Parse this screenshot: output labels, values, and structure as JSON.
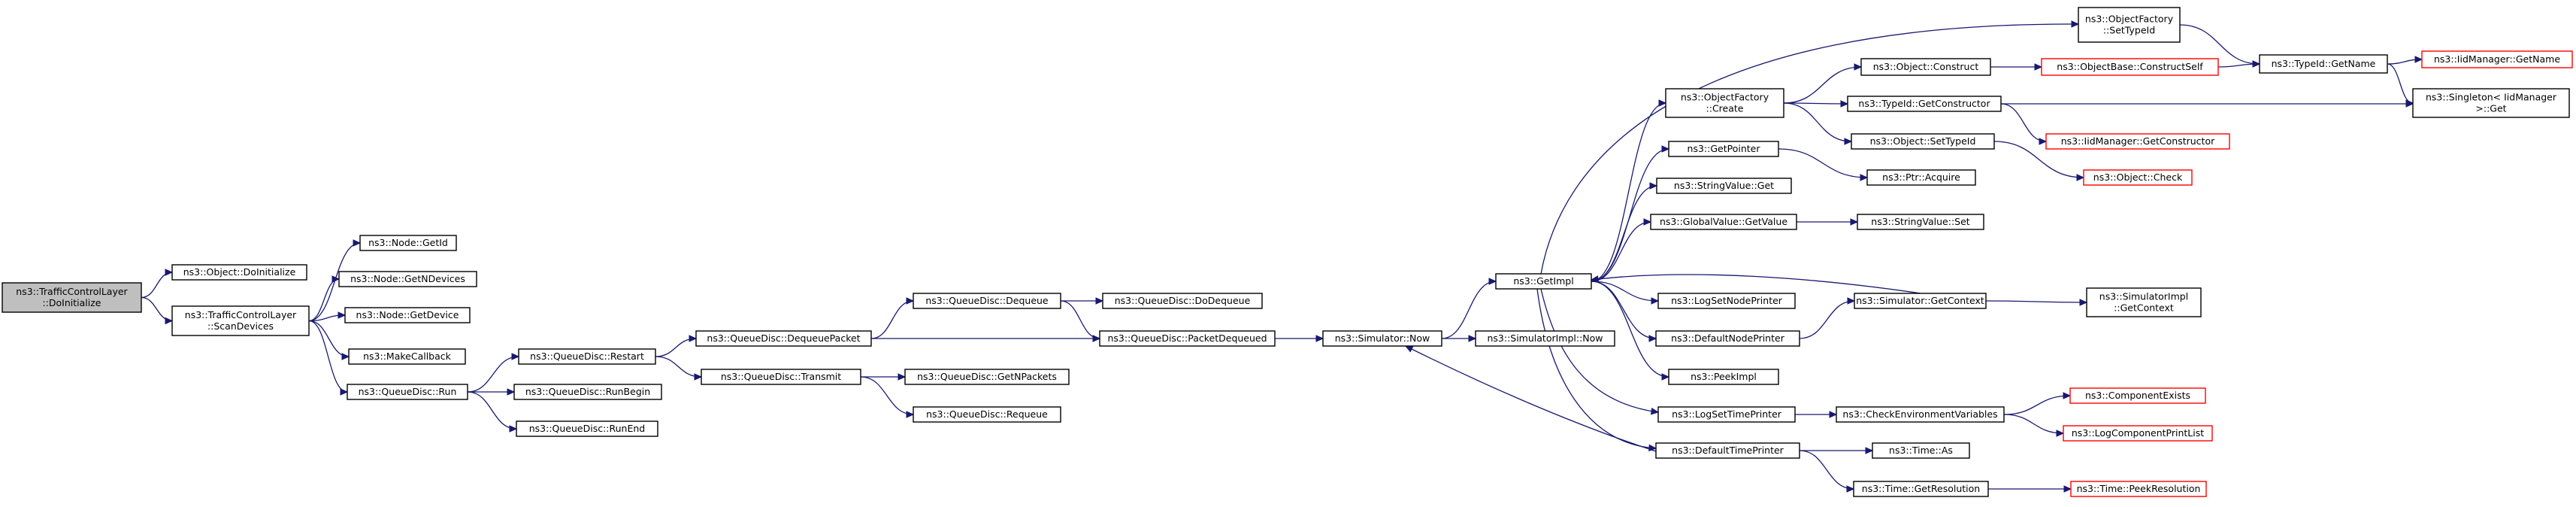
{
  "colors": {
    "edge": "#191970",
    "normal_border": "#000000",
    "normal_fill": "#ffffff",
    "root_fill": "#bfbfbf",
    "truncated_border": "#ff0000"
  },
  "nodes": [
    {
      "id": "root",
      "lines": [
        "ns3::TrafficControlLayer",
        "::DoInitialize"
      ],
      "style": "root"
    },
    {
      "id": "objDoInit",
      "lines": [
        "ns3::Object::DoInitialize"
      ],
      "style": "normal"
    },
    {
      "id": "scanDevices",
      "lines": [
        "ns3::TrafficControlLayer",
        "::ScanDevices"
      ],
      "style": "normal"
    },
    {
      "id": "getId",
      "lines": [
        "ns3::Node::GetId"
      ],
      "style": "normal"
    },
    {
      "id": "getNDevices",
      "lines": [
        "ns3::Node::GetNDevices"
      ],
      "style": "normal"
    },
    {
      "id": "getDevice",
      "lines": [
        "ns3::Node::GetDevice"
      ],
      "style": "normal"
    },
    {
      "id": "makeCallback",
      "lines": [
        "ns3::MakeCallback"
      ],
      "style": "normal"
    },
    {
      "id": "qdRun",
      "lines": [
        "ns3::QueueDisc::Run"
      ],
      "style": "normal"
    },
    {
      "id": "qdRestart",
      "lines": [
        "ns3::QueueDisc::Restart"
      ],
      "style": "normal"
    },
    {
      "id": "qdRunBegin",
      "lines": [
        "ns3::QueueDisc::RunBegin"
      ],
      "style": "normal"
    },
    {
      "id": "qdRunEnd",
      "lines": [
        "ns3::QueueDisc::RunEnd"
      ],
      "style": "normal"
    },
    {
      "id": "qdDequeuePacket",
      "lines": [
        "ns3::QueueDisc::DequeuePacket"
      ],
      "style": "normal"
    },
    {
      "id": "qdTransmit",
      "lines": [
        "ns3::QueueDisc::Transmit"
      ],
      "style": "normal"
    },
    {
      "id": "qdDequeue",
      "lines": [
        "ns3::QueueDisc::Dequeue"
      ],
      "style": "normal"
    },
    {
      "id": "qdDoDequeue",
      "lines": [
        "ns3::QueueDisc::DoDequeue"
      ],
      "style": "normal"
    },
    {
      "id": "qdPacketDequeued",
      "lines": [
        "ns3::QueueDisc::PacketDequeued"
      ],
      "style": "normal"
    },
    {
      "id": "qdGetNPackets",
      "lines": [
        "ns3::QueueDisc::GetNPackets"
      ],
      "style": "normal"
    },
    {
      "id": "qdRequeue",
      "lines": [
        "ns3::QueueDisc::Requeue"
      ],
      "style": "normal"
    },
    {
      "id": "simNow",
      "lines": [
        "ns3::Simulator::Now"
      ],
      "style": "normal"
    },
    {
      "id": "simImplNow",
      "lines": [
        "ns3::SimulatorImpl::Now"
      ],
      "style": "normal"
    },
    {
      "id": "getImpl",
      "lines": [
        "ns3::GetImpl"
      ],
      "style": "normal"
    },
    {
      "id": "ofSetTypeId",
      "lines": [
        "ns3::ObjectFactory",
        "::SetTypeId"
      ],
      "style": "normal"
    },
    {
      "id": "ofCreate",
      "lines": [
        "ns3::ObjectFactory",
        "::Create"
      ],
      "style": "normal"
    },
    {
      "id": "objConstruct",
      "lines": [
        "ns3::Object::Construct"
      ],
      "style": "normal"
    },
    {
      "id": "objBaseConstructSelf",
      "lines": [
        "ns3::ObjectBase::ConstructSelf"
      ],
      "style": "truncated"
    },
    {
      "id": "typeIdGetName",
      "lines": [
        "ns3::TypeId::GetName"
      ],
      "style": "normal"
    },
    {
      "id": "iidGetName",
      "lines": [
        "ns3::IidManager::GetName"
      ],
      "style": "truncated"
    },
    {
      "id": "typeIdGetConstructor",
      "lines": [
        "ns3::TypeId::GetConstructor"
      ],
      "style": "normal"
    },
    {
      "id": "singletonGet",
      "lines": [
        "ns3::Singleton< IidManager",
        " >::Get"
      ],
      "style": "normal"
    },
    {
      "id": "iidGetConstructor",
      "lines": [
        "ns3::IidManager::GetConstructor"
      ],
      "style": "truncated"
    },
    {
      "id": "objSetTypeId",
      "lines": [
        "ns3::Object::SetTypeId"
      ],
      "style": "normal"
    },
    {
      "id": "objCheck",
      "lines": [
        "ns3::Object::Check"
      ],
      "style": "truncated"
    },
    {
      "id": "getPointer",
      "lines": [
        "ns3::GetPointer"
      ],
      "style": "normal"
    },
    {
      "id": "ptrAcquire",
      "lines": [
        "ns3::Ptr::Acquire"
      ],
      "style": "normal"
    },
    {
      "id": "stringValueGet",
      "lines": [
        "ns3::StringValue::Get"
      ],
      "style": "normal"
    },
    {
      "id": "globalValueGetValue",
      "lines": [
        "ns3::GlobalValue::GetValue"
      ],
      "style": "normal"
    },
    {
      "id": "stringValueSet",
      "lines": [
        "ns3::StringValue::Set"
      ],
      "style": "normal"
    },
    {
      "id": "logSetNodePrinter",
      "lines": [
        "ns3::LogSetNodePrinter"
      ],
      "style": "normal"
    },
    {
      "id": "simGetContext",
      "lines": [
        "ns3::Simulator::GetContext"
      ],
      "style": "normal"
    },
    {
      "id": "simImplGetContext",
      "lines": [
        "ns3::SimulatorImpl",
        "::GetContext"
      ],
      "style": "normal"
    },
    {
      "id": "defaultNodePrinter",
      "lines": [
        "ns3::DefaultNodePrinter"
      ],
      "style": "normal"
    },
    {
      "id": "peekImpl",
      "lines": [
        "ns3::PeekImpl"
      ],
      "style": "normal"
    },
    {
      "id": "logSetTimePrinter",
      "lines": [
        "ns3::LogSetTimePrinter"
      ],
      "style": "normal"
    },
    {
      "id": "checkEnvVars",
      "lines": [
        "ns3::CheckEnvironmentVariables"
      ],
      "style": "normal"
    },
    {
      "id": "componentExists",
      "lines": [
        "ns3::ComponentExists"
      ],
      "style": "truncated"
    },
    {
      "id": "logComponentPrintList",
      "lines": [
        "ns3::LogComponentPrintList"
      ],
      "style": "truncated"
    },
    {
      "id": "defaultTimePrinter",
      "lines": [
        "ns3::DefaultTimePrinter"
      ],
      "style": "normal"
    },
    {
      "id": "timeAs",
      "lines": [
        "ns3::Time::As"
      ],
      "style": "normal"
    },
    {
      "id": "timeGetResolution",
      "lines": [
        "ns3::Time::GetResolution"
      ],
      "style": "normal"
    },
    {
      "id": "timePeekResolution",
      "lines": [
        "ns3::Time::PeekResolution"
      ],
      "style": "truncated"
    }
  ],
  "edges": [
    [
      "root",
      "objDoInit"
    ],
    [
      "root",
      "scanDevices"
    ],
    [
      "scanDevices",
      "getId"
    ],
    [
      "scanDevices",
      "getNDevices"
    ],
    [
      "scanDevices",
      "getDevice"
    ],
    [
      "scanDevices",
      "makeCallback"
    ],
    [
      "scanDevices",
      "qdRun"
    ],
    [
      "qdRun",
      "qdRestart"
    ],
    [
      "qdRun",
      "qdRunBegin"
    ],
    [
      "qdRun",
      "qdRunEnd"
    ],
    [
      "qdRestart",
      "qdDequeuePacket"
    ],
    [
      "qdRestart",
      "qdTransmit"
    ],
    [
      "qdDequeuePacket",
      "qdDequeue"
    ],
    [
      "qdDequeuePacket",
      "qdPacketDequeued"
    ],
    [
      "qdDequeue",
      "qdDoDequeue"
    ],
    [
      "qdDequeue",
      "qdPacketDequeued"
    ],
    [
      "qdTransmit",
      "qdGetNPackets"
    ],
    [
      "qdTransmit",
      "qdRequeue"
    ],
    [
      "qdPacketDequeued",
      "simNow"
    ],
    [
      "simNow",
      "getImpl"
    ],
    [
      "simNow",
      "simImplNow"
    ],
    [
      "getImpl",
      "ofSetTypeId"
    ],
    [
      "getImpl",
      "ofCreate"
    ],
    [
      "getImpl",
      "getPointer"
    ],
    [
      "getImpl",
      "stringValueGet"
    ],
    [
      "getImpl",
      "globalValueGetValue"
    ],
    [
      "getImpl",
      "logSetNodePrinter"
    ],
    [
      "getImpl",
      "defaultNodePrinter"
    ],
    [
      "getImpl",
      "peekImpl"
    ],
    [
      "getImpl",
      "logSetTimePrinter"
    ],
    [
      "getImpl",
      "defaultTimePrinter"
    ],
    [
      "ofSetTypeId",
      "typeIdGetName"
    ],
    [
      "ofCreate",
      "objConstruct"
    ],
    [
      "ofCreate",
      "typeIdGetConstructor"
    ],
    [
      "ofCreate",
      "objSetTypeId"
    ],
    [
      "objConstruct",
      "objBaseConstructSelf"
    ],
    [
      "objBaseConstructSelf",
      "typeIdGetName"
    ],
    [
      "typeIdGetName",
      "iidGetName"
    ],
    [
      "typeIdGetName",
      "singletonGet"
    ],
    [
      "typeIdGetConstructor",
      "singletonGet"
    ],
    [
      "typeIdGetConstructor",
      "iidGetConstructor"
    ],
    [
      "objSetTypeId",
      "objCheck"
    ],
    [
      "getPointer",
      "ptrAcquire"
    ],
    [
      "globalValueGetValue",
      "stringValueSet"
    ],
    [
      "simGetContext",
      "getImpl"
    ],
    [
      "simGetContext",
      "simImplGetContext"
    ],
    [
      "defaultNodePrinter",
      "simGetContext"
    ],
    [
      "logSetTimePrinter",
      "checkEnvVars"
    ],
    [
      "checkEnvVars",
      "componentExists"
    ],
    [
      "checkEnvVars",
      "logComponentPrintList"
    ],
    [
      "defaultTimePrinter",
      "simNow"
    ],
    [
      "defaultTimePrinter",
      "timeAs"
    ],
    [
      "defaultTimePrinter",
      "timeGetResolution"
    ],
    [
      "timeGetResolution",
      "timePeekResolution"
    ]
  ]
}
